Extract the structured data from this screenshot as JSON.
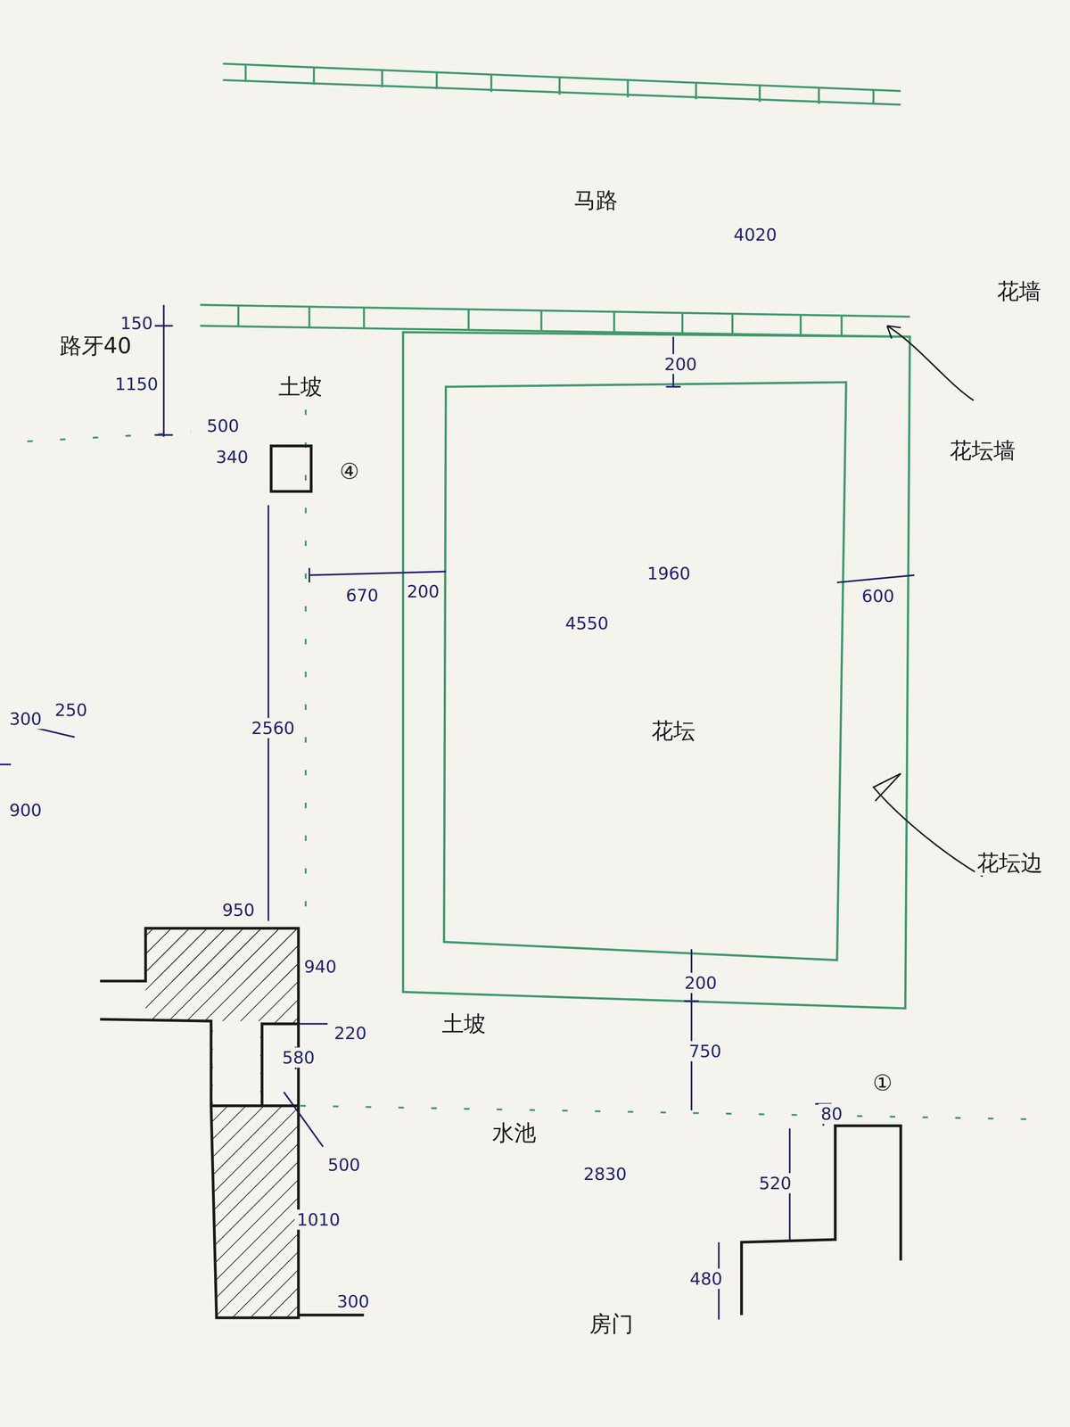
{
  "diagram": {
    "nodes": [
      {
        "text": [
          "花坛"
        ]
      }
    ],
    "labels": [
      "马路",
      "4020",
      "150",
      "1150",
      "路牙40",
      "500",
      "340",
      "土坡",
      "④",
      "200",
      "1960",
      "4550",
      "600",
      "200",
      "670",
      "2560",
      "950",
      "940",
      "220",
      "580",
      "500",
      "1010",
      "300",
      "土坡",
      "200",
      "750",
      "水池",
      "2830",
      "①",
      "80",
      "520",
      "480",
      "房门",
      "花坛墙",
      "花坛边",
      "900",
      "300",
      "250",
      "花墙"
    ]
  }
}
